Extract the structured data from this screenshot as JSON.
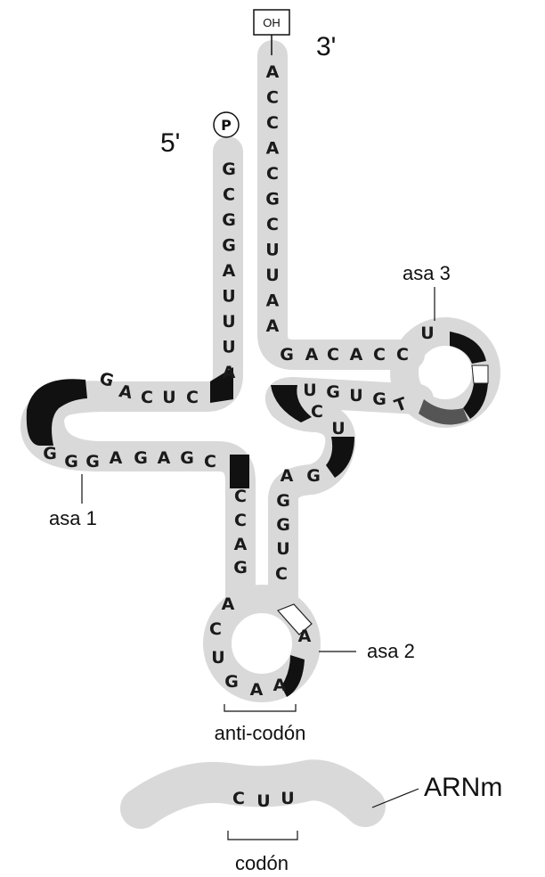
{
  "ends": {
    "five_prime": "5'",
    "three_prime": "3'",
    "phosphate": "P",
    "hydroxyl": "OH"
  },
  "labels": {
    "loop1": "asa  1",
    "loop2": "asa  2",
    "loop3": "asa  3",
    "anticodon": "anti-codón",
    "codon": "codón",
    "mrna": "ARNm"
  },
  "sequence": {
    "acceptor_3prime": [
      "A",
      "C",
      "C",
      "A",
      "C",
      "G",
      "C",
      "U",
      "U",
      "A",
      "A"
    ],
    "acceptor_5prime": [
      "G",
      "C",
      "G",
      "G",
      "A",
      "U",
      "U",
      "U",
      "A"
    ],
    "d_top": [
      "G",
      "A",
      "C",
      "U",
      "C"
    ],
    "d_bottom": [
      "G",
      "G",
      "G",
      "A",
      "G",
      "A",
      "G",
      "C"
    ],
    "t_top": [
      "G",
      "A",
      "C",
      "A",
      "C",
      "C",
      "U"
    ],
    "t_bottom": [
      "U",
      "G",
      "U",
      "G",
      "T"
    ],
    "variable": [
      "C",
      "U",
      "G"
    ],
    "anticodon_left": [
      "C",
      "C",
      "A",
      "G",
      "A",
      "C",
      "U"
    ],
    "anticodon_loop_bottom": [
      "G",
      "A",
      "A"
    ],
    "anticodon_loop_right": [
      "A"
    ],
    "anticodon_right": [
      "A",
      "G",
      "G",
      "U",
      "C"
    ],
    "codon": [
      "C",
      "U",
      "U"
    ]
  },
  "colors": {
    "strand": "#d9d9d9",
    "dark_block": "#111111",
    "shaded_block": "#666666"
  }
}
